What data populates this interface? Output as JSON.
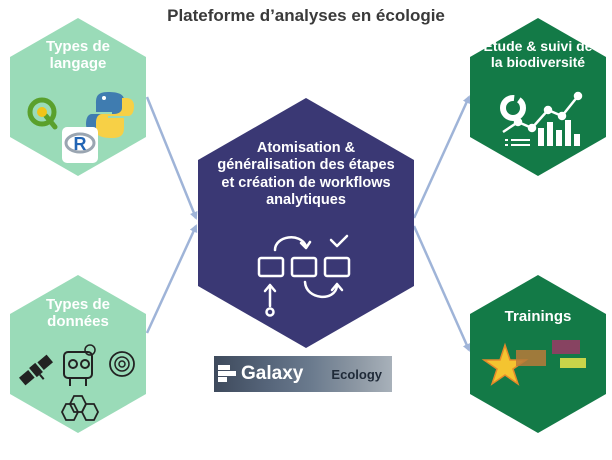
{
  "title": "Plateforme d’analyses en écologie",
  "nodes": {
    "languages": {
      "label": "Types de langage",
      "fill": "#9adbb8"
    },
    "data": {
      "label": "Types de données",
      "fill": "#9adbb8"
    },
    "center": {
      "label": "Atomisation & généralisation des étapes et création de workflows analytiques",
      "fill": "#3a3874"
    },
    "biodiversity": {
      "label": "Étude & suivi de la biodiversité",
      "fill": "#137a47"
    },
    "trainings": {
      "label": "Trainings",
      "fill": "#137a47"
    }
  },
  "banner": {
    "name": "Galaxy",
    "subtitle": "Ecology"
  },
  "colors": {
    "arrow": "#9fb4d8",
    "icon_dark": "#222222"
  },
  "icons": {
    "languages": [
      "qgis-icon",
      "python-icon",
      "r-icon"
    ],
    "data": [
      "satellite-icon",
      "camera-trap-icon",
      "sound-icon",
      "molecule-icon"
    ],
    "center": [
      "workflow-icon"
    ],
    "biodiversity": [
      "donut-chart-icon",
      "line-chart-icon",
      "bar-chart-icon",
      "list-icon"
    ],
    "trainings": [
      "galaxy-star-logo-icon"
    ]
  }
}
